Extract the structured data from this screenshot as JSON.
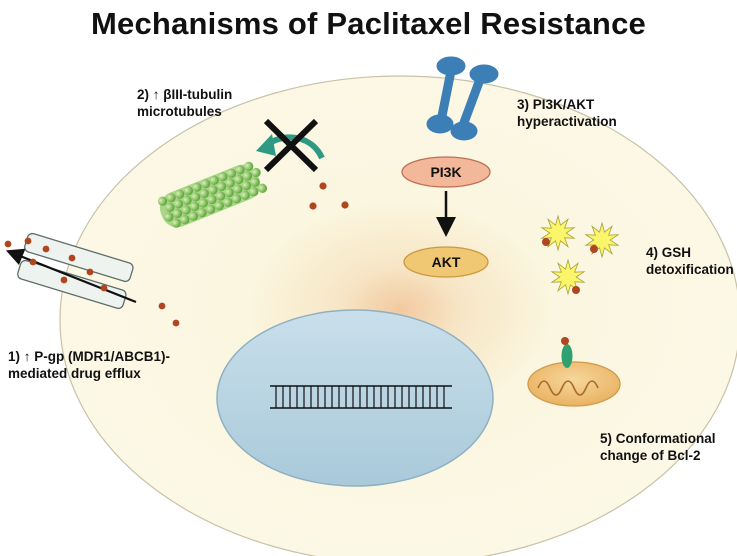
{
  "title": "Mechanisms of Paclitaxel Resistance",
  "mechanisms": {
    "m1": {
      "line1": "1) ↑ P-gp (MDR1/ABCB1)-",
      "line2": "mediated drug efflux"
    },
    "m2": {
      "line1": "2) ↑ βIII-tubulin",
      "line2": "microtubules"
    },
    "m3": {
      "line1": "3) PI3K/AKT",
      "line2": "hyperactivation"
    },
    "m4": {
      "line1": "4) GSH",
      "line2": "detoxification"
    },
    "m5": {
      "line1": "5) Conformational",
      "line2": "change of Bcl-2"
    }
  },
  "pathway": {
    "upstream": "PI3K",
    "downstream": "AKT"
  },
  "colors": {
    "cell_fill": "#fbf6de",
    "nucleus_fill": "#bcd6e4",
    "kinase_fill": "#f3b79a",
    "akt_fill": "#f0c874",
    "receptor": "#3c7fb6",
    "drug_dot": "#b0461f",
    "microtubule": "#7cc254",
    "mito_fill": "#f2c47a",
    "curve_arrow": "#2f9a84"
  }
}
